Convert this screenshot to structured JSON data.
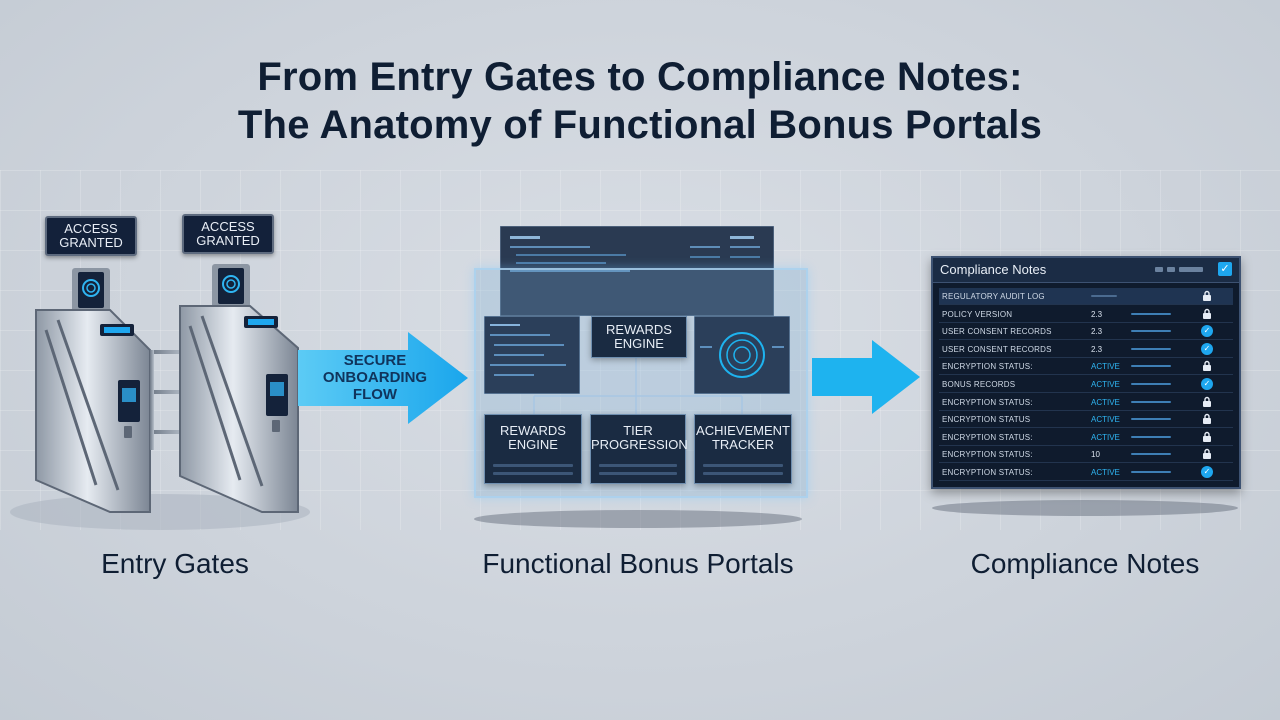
{
  "title": {
    "line1": "From Entry Gates to Compliance Notes:",
    "line2": "The Anatomy of Functional Bonus Portals"
  },
  "entry_gates": {
    "signs": [
      {
        "line1": "ACCESS",
        "line2": "GRANTED"
      },
      {
        "line1": "ACCESS",
        "line2": "GRANTED"
      }
    ],
    "caption": "Entry Gates"
  },
  "flow_arrow": {
    "line1": "SECURE",
    "line2": "ONBOARDING",
    "line3": "FLOW"
  },
  "portal": {
    "caption": "Functional Bonus Portals",
    "top_module": {
      "line1": "REWARDS",
      "line2": "ENGINE"
    },
    "modules": [
      {
        "line1": "REWARDS",
        "line2": "ENGINE"
      },
      {
        "line1": "TIER",
        "line2": "PROGRESSION"
      },
      {
        "line1": "ACHIEVEMENT",
        "line2": "TRACKER"
      }
    ]
  },
  "compliance": {
    "caption": "Compliance Notes",
    "panel_title": "Compliance Notes",
    "rows": [
      {
        "label": "REGULATORY AUDIT LOG",
        "value": "",
        "icon": "lock-icon"
      },
      {
        "label": "POLICY VERSION",
        "value": "2.3",
        "icon": "lock-icon"
      },
      {
        "label": "USER CONSENT RECORDS",
        "value": "2.3",
        "icon": "check-icon"
      },
      {
        "label": "USER CONSENT RECORDS",
        "value": "2.3",
        "icon": "check-icon"
      },
      {
        "label": "ENCRYPTION STATUS:",
        "value": "ACTIVE",
        "icon": "lock-icon"
      },
      {
        "label": "BONUS RECORDS",
        "value": "ACTIVE",
        "icon": "check-icon"
      },
      {
        "label": "ENCRYPTION STATUS:",
        "value": "ACTIVE",
        "icon": "lock-icon"
      },
      {
        "label": "ENCRYPTION STATUS",
        "value": "ACTIVE",
        "icon": "lock-icon"
      },
      {
        "label": "ENCRYPTION STATUS:",
        "value": "ACTIVE",
        "icon": "lock-icon"
      },
      {
        "label": "ENCRYPTION STATUS:",
        "value": "10",
        "icon": "lock-icon"
      },
      {
        "label": "ENCRYPTION STATUS:",
        "value": "ACTIVE",
        "icon": "check-icon"
      }
    ]
  },
  "colors": {
    "accent": "#1eb3ef",
    "panel": "#0f1b2d",
    "text": "#0f1e33"
  }
}
